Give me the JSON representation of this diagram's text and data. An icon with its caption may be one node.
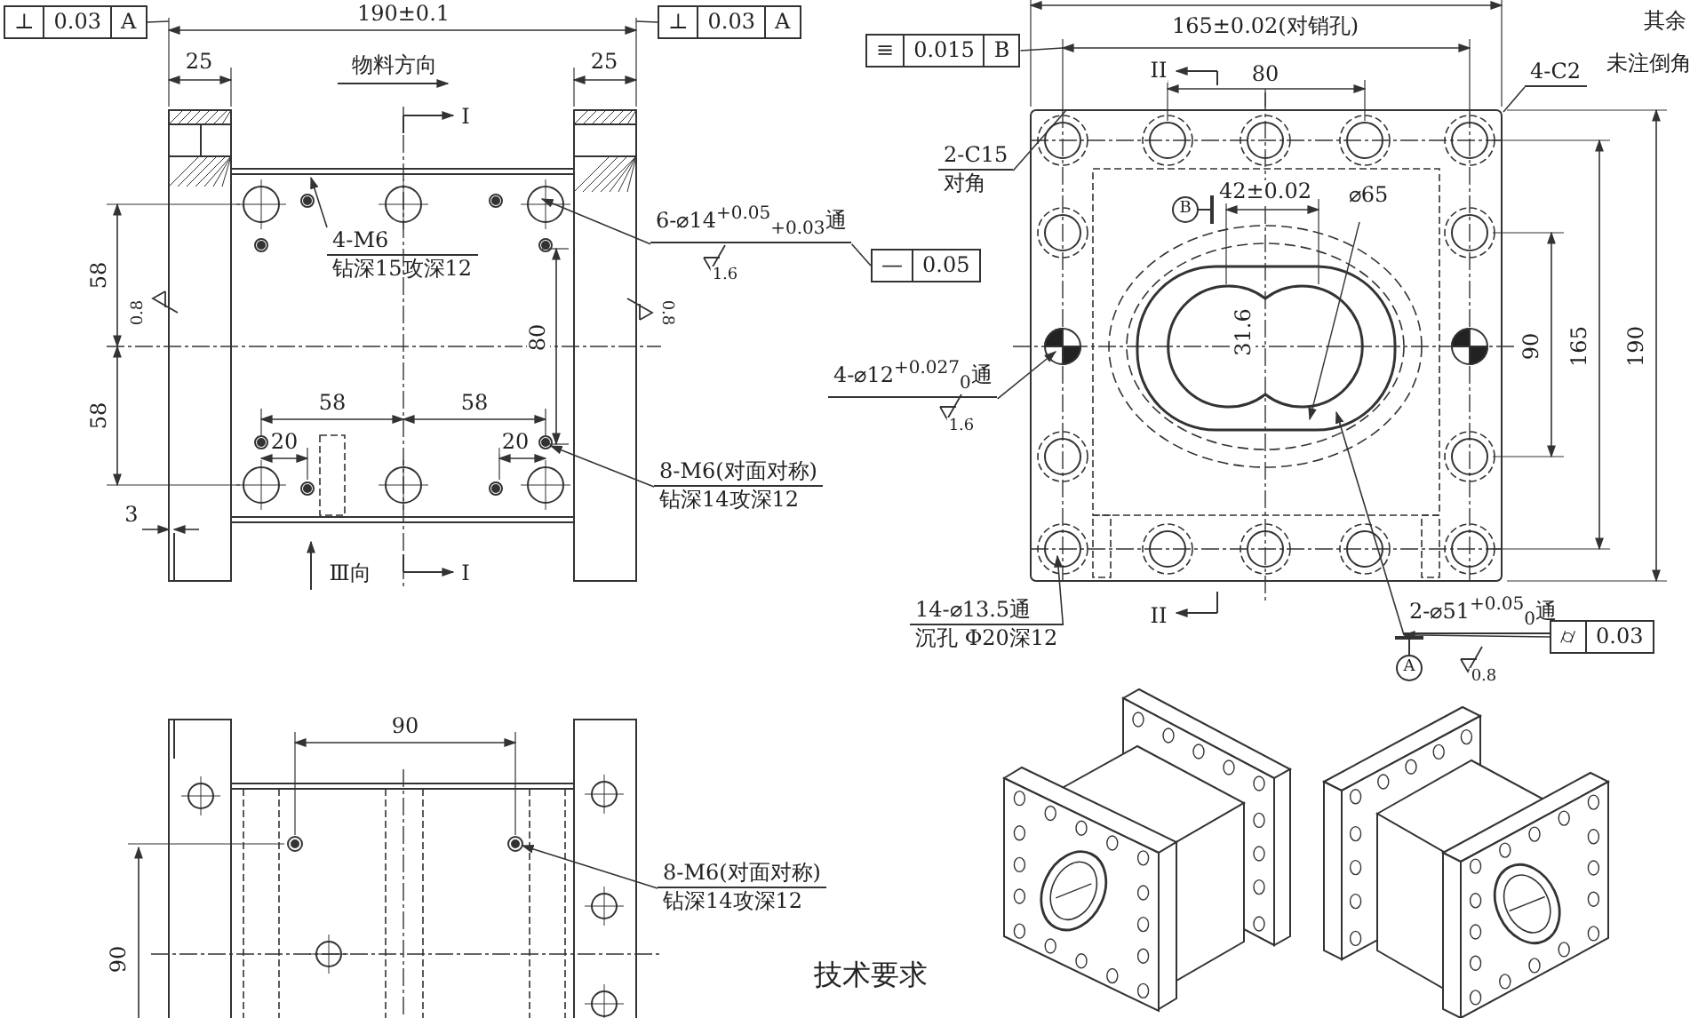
{
  "diagram": {
    "nodes": [
      {
        "text": [
          "⊥",
          "0.03",
          "A"
        ]
      },
      {
        "text": [
          "⊥",
          "0.03",
          "A"
        ]
      },
      {
        "text": [
          "4-M6",
          "钻深15攻深12"
        ],
        "in": 14
      },
      {
        "text": [
          "6-⌀14$^{+0.05}$$_{+0.03}$通"
        ]
      },
      {
        "text": [
          "—",
          "0.05"
        ]
      },
      {
        "text": [
          "8-M6(对面对称)",
          "钻深14攻深12"
        ]
      },
      {
        "text": [
          "≡",
          "0.015",
          "B"
        ]
      },
      {
        "text": [
          "4-C2"
        ]
      },
      {
        "text": [
          "2-C15",
          "对角"
        ]
      },
      {
        "text": [
          "4-⌀12$^{+0.027}$$_{0}$通"
        ]
      },
      {
        "text": [
          "14-⌀13.5通",
          "沉孔 Φ20深12"
        ]
      },
      {
        "text": [
          "2-⌀51$^{+0.05}$$_{0}$通"
        ]
      },
      {
        "text": [
          "⌭",
          "0.03"
        ]
      },
      {
        "text": [
          "8-M6(对面对称)",
          "钻深14攻深12"
        ]
      },
      {
        "text": [],
        "shape": "picture"
      },
      {
        "text": [],
        "shape": "picture"
      },
      {
        "text": [],
        "shape": "picture"
      }
    ],
    "edges": [
      {
        "from": 2,
        "to": 14,
        "arrow": "to"
      },
      {
        "from": 3,
        "to": 14,
        "arrow": "to"
      },
      {
        "from": 3,
        "to": 4,
        "arrow": "none"
      },
      {
        "from": 5,
        "to": 14,
        "arrow": "to"
      },
      {
        "from": 7,
        "to": 15,
        "arrow": "none"
      },
      {
        "from": 8,
        "to": 15,
        "arrow": "none"
      },
      {
        "from": 9,
        "to": 15,
        "arrow": "to"
      },
      {
        "from": 10,
        "to": 15,
        "arrow": "to"
      },
      {
        "from": 11,
        "to": 15,
        "arrow": "to"
      },
      {
        "from": 12,
        "to": 11,
        "arrow": "to"
      },
      {
        "from": 13,
        "to": 16,
        "arrow": "to"
      },
      {
        "from": 0,
        "to": 14,
        "arrow": "none"
      },
      {
        "from": 1,
        "to": 14,
        "arrow": "none"
      },
      {
        "from": 6,
        "to": 15,
        "arrow": "none"
      }
    ],
    "labels": [
      "190±0.1",
      "165±0.02(对销孔)",
      "其余",
      "25",
      "物料方向",
      "25",
      "II",
      "80",
      "未注倒角",
      "I",
      "42±0.02",
      "⌀65",
      "B",
      "1.6",
      "58",
      "0.8",
      "0.8",
      "80",
      "31.6",
      "90",
      "165",
      "190",
      "1.6",
      "58",
      "58",
      "20",
      "20",
      "58",
      "3",
      "Ⅲ向",
      "I",
      "II",
      "A",
      "0.8",
      "90",
      "90",
      "技术要求"
    ]
  }
}
